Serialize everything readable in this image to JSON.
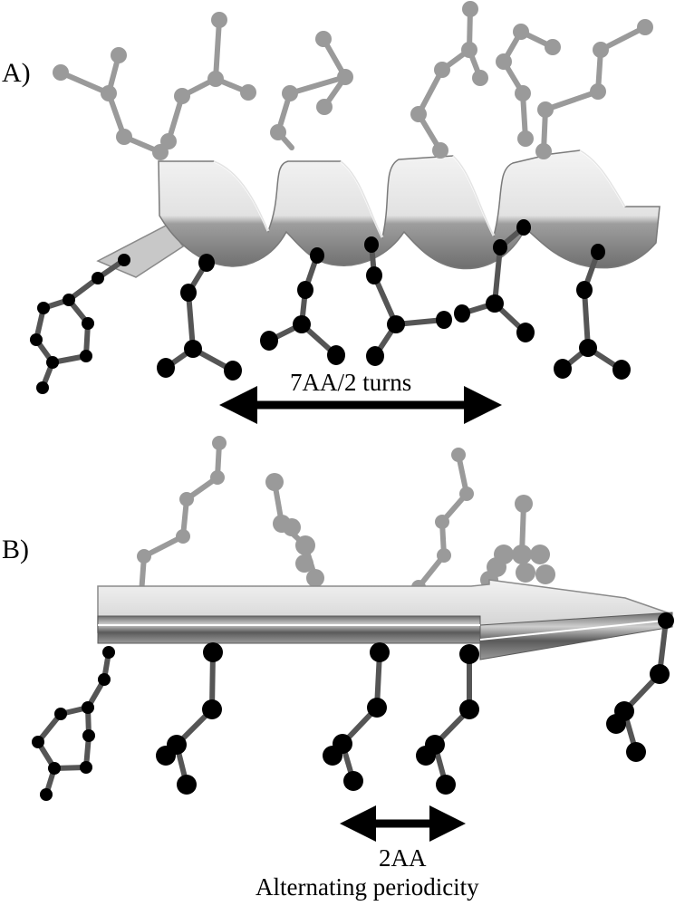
{
  "panels": {
    "helix": {
      "label": "A)",
      "periodicity_label": "7AA/2 turns"
    },
    "sheet": {
      "label": "B)",
      "periodicity_label": "2AA",
      "caption": "Alternating periodicity"
    }
  },
  "colors": {
    "hydrophilic_residue": "#9a9a9a",
    "hydrophobic_residue": "#000000",
    "ribbon": "#d8d8d8",
    "arrow": "#000000"
  }
}
